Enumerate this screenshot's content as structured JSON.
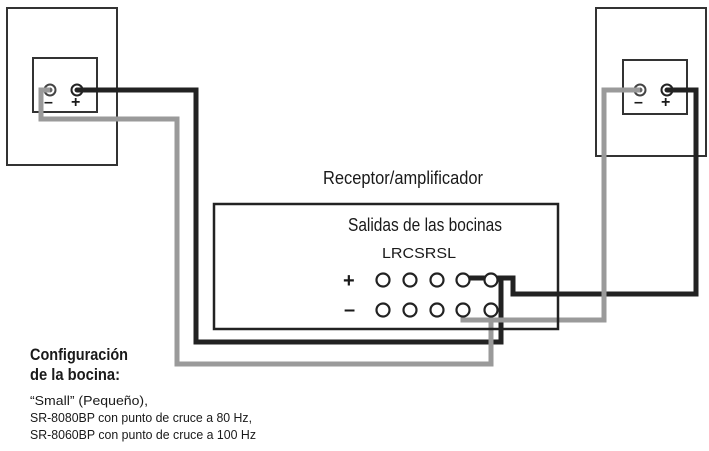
{
  "receiver": {
    "title": "Receptor/amplificador",
    "outputs_title": "Salidas de las bocinas",
    "channel_labels": "LRCSRSL"
  },
  "polarity": {
    "plus": "+",
    "minus": "–"
  },
  "speaker_left": {
    "minus_label": "–",
    "plus_label": "+"
  },
  "speaker_right": {
    "minus_label": "–",
    "plus_label": "+"
  },
  "config_note": {
    "line1": "Configuración",
    "line2": "de la bocina:",
    "line3": "“Small” (Pequeño),",
    "line4": "SR-8080BP con punto de cruce a 80 Hz,",
    "line5": "SR-8060BP con punto de cruce a 100 Hz"
  },
  "colors": {
    "dark_wire": "#222222",
    "light_wire": "#9a9a9a",
    "outline": "#333333"
  }
}
